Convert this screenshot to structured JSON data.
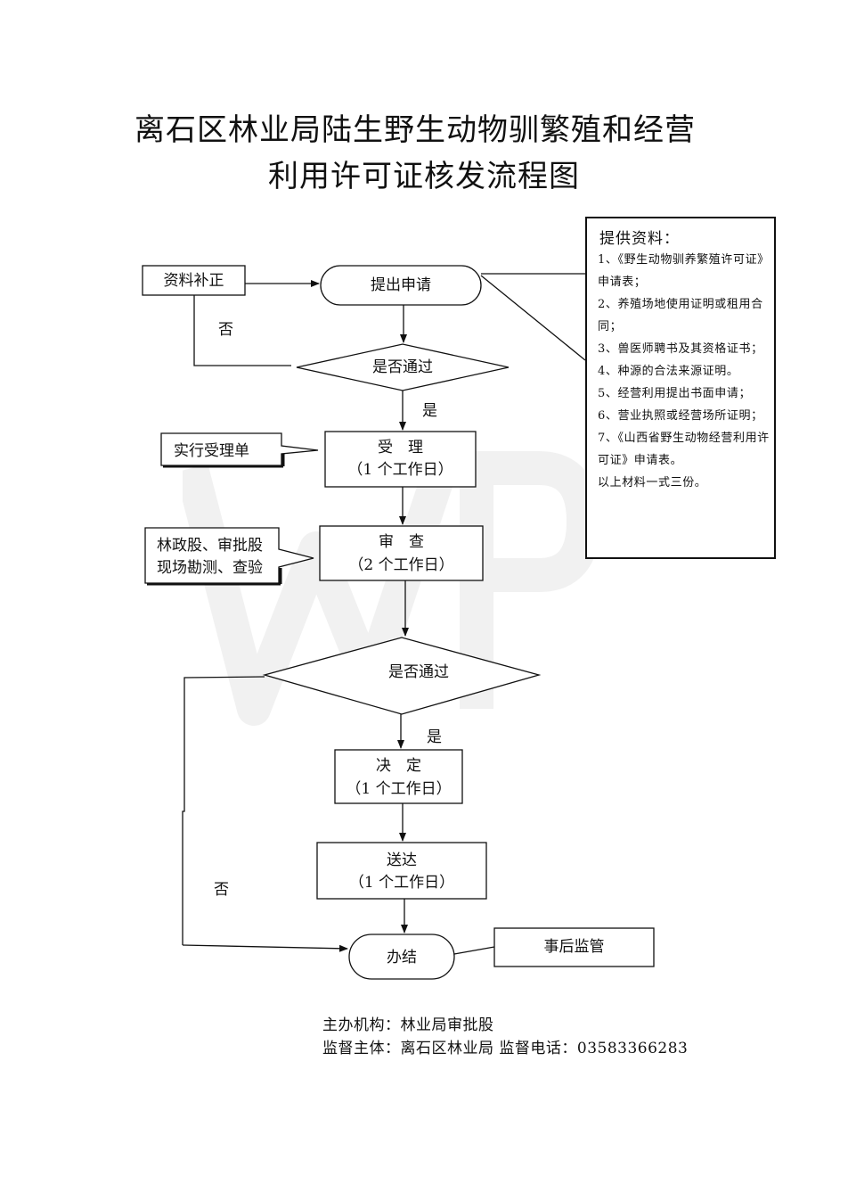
{
  "title": {
    "line1": "离石区林业局陆生野生动物驯繁殖和经营",
    "line2": "利用许可证核发流程图"
  },
  "nodes": {
    "supplement": "资料补正",
    "apply": "提出申请",
    "check1": "是否通过",
    "accept": {
      "label": "受　理",
      "days": "（1 个工作日）"
    },
    "review": {
      "label": "审　查",
      "days": "（2 个工作日）"
    },
    "check2": "是否通过",
    "decide": {
      "label": "决　定",
      "days": "（1 个工作日）"
    },
    "deliver": {
      "label": "送达",
      "days": "（1 个工作日）"
    },
    "finish": "办结"
  },
  "branch_labels": {
    "no1": "否",
    "yes1": "是",
    "yes2": "是",
    "no2": "否"
  },
  "callouts": {
    "accept_note": "实行受理单",
    "review_note_line1": "林政股、审批股",
    "review_note_line2": "现场勘测、查验",
    "after": "事后监管"
  },
  "materials": {
    "title": "提供资料：",
    "items": [
      "1、《野生动物驯养繁殖许可证》申请表；",
      "2、养殖场地使用证明或租用合同；",
      "3、兽医师聘书及其资格证书；",
      "4、种源的合法来源证明。",
      "5、经营利用提出书面申请；",
      "6、营业执照或经营场所证明；",
      "7、《山西省野生动物经营利用许可证》申请表。",
      "以上材料一式三份。"
    ]
  },
  "footer": {
    "line1": "主办机构：林业局审批股",
    "line2": "监督主体：离石区林业局  监督电话：03583366283"
  },
  "colors": {
    "line": "#111111",
    "watermark": "#9a9a9a"
  }
}
